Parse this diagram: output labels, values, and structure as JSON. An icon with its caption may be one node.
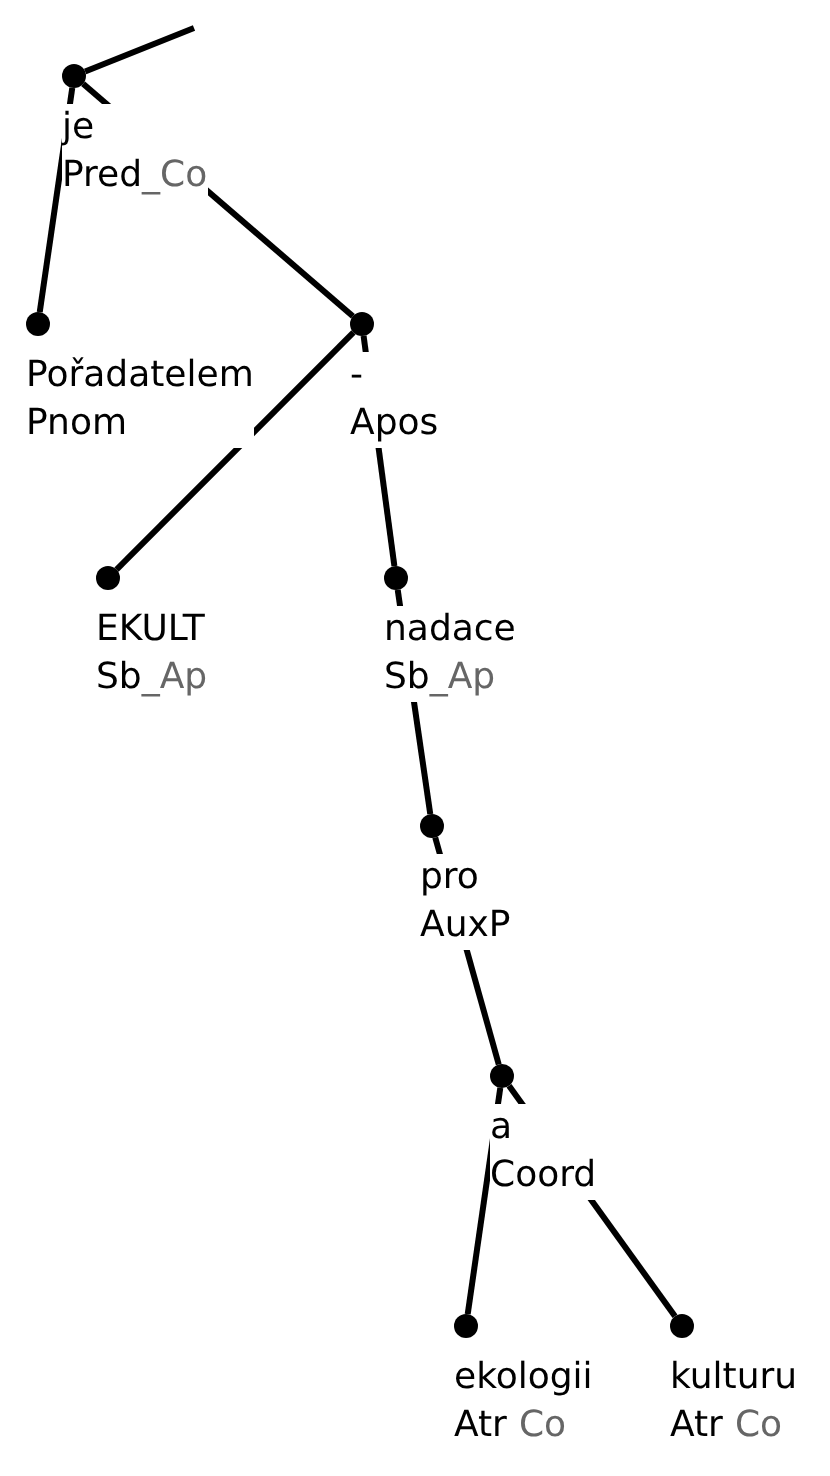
{
  "diagram": {
    "nodes": [
      {
        "text": [
          "je",
          "Pred",
          "_Co"
        ]
      },
      {
        "text": [
          "Pořadatelem",
          "Pnom"
        ]
      },
      {
        "text": [
          "-",
          "Apos"
        ]
      },
      {
        "text": [
          "EKULT",
          "Sb",
          "_Ap"
        ]
      },
      {
        "text": [
          "nadace",
          "Sb",
          "_Ap"
        ]
      },
      {
        "text": [
          "pro",
          "AuxP"
        ]
      },
      {
        "text": [
          "a",
          "Coord"
        ]
      },
      {
        "text": [
          "ekologii",
          "Atr",
          "Co"
        ]
      },
      {
        "text": [
          "kulturu",
          "Atr",
          "Co"
        ]
      }
    ],
    "edges": [
      {
        "from": null,
        "to": 0,
        "arrow": "none"
      },
      {
        "from": 0,
        "to": 1,
        "arrow": "none"
      },
      {
        "from": 0,
        "to": 2,
        "arrow": "none"
      },
      {
        "from": 2,
        "to": 3,
        "arrow": "none"
      },
      {
        "from": 2,
        "to": 4,
        "arrow": "none"
      },
      {
        "from": 4,
        "to": 5,
        "arrow": "none"
      },
      {
        "from": 5,
        "to": 6,
        "arrow": "none"
      },
      {
        "from": 6,
        "to": 7,
        "arrow": "none"
      },
      {
        "from": 6,
        "to": 8,
        "arrow": "none"
      }
    ]
  }
}
